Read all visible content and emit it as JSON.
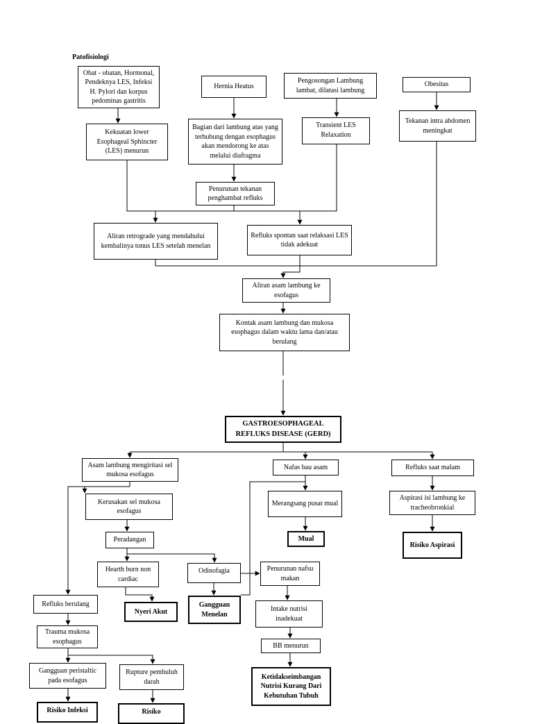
{
  "heading": "Patofisiologi",
  "nodes": {
    "obat": "Obat - obatan, Hormonal, Pendeknya LES, Infeksi H. Pylori dan korpus pedominas gastritis",
    "hernia": "Hernia Heatus",
    "pengosongan": "Pengosongan Lambung lambat, dilatasi lambung",
    "obesitas": "Obesitas",
    "kekuatan": "Kekuatan lower Esophageal Sphincter (LES) menurun",
    "bagian": "Bagian dari lambung atas yang terhubung dengan esophagus akan mendorong ke atas melalui diafragma",
    "transient": "Transient LES Relaxation",
    "tekanan_intra": "Tekanan intra abdomen meningkat",
    "penurunan_tekanan": "Penurunan tekanan penghambat refluks",
    "aliran_retro": "Aliran retrograde yang mendahului kembalinya tonus LES setelah menelan",
    "refluks_spontan": "Refluks spontan saat relaksasi LES tidak adekuat",
    "aliran_asam": "Aliran asam lambung ke esofagus",
    "kontak": "Kontak asam lambung dan mukosa esophagus dalam waktu lama dan/atau berulang",
    "gerd": "GASTROESOPHAGEAL REFLUKS DISEASE (GERD)",
    "asam_iritasi": "Asam lambung mengiritasi sel mukosa esofagus",
    "nafas": "Nafas bau asam",
    "refluks_malam": "Refluks saat malam",
    "kerusakan": "Kerusakan sel mukosa esofagus",
    "merangsang": "Merangsang pusat mual",
    "aspirasi_isi": "Aspirasi isi lambung ke tracheobronkial",
    "peradangan": "Peradangan",
    "mual": "Mual",
    "risiko_aspirasi": "Risiko Aspirasi",
    "hearth": "Hearth burn non cardiac",
    "odinofagia": "Odinofagia",
    "penurunan_nafsu": "Penurunan nafsu makan",
    "refluks_berulang": "Refluks berulang",
    "nyeri": "Nyeri Akut",
    "gangguan_menelan": "Gangguan Menelan",
    "intake": "Intake nutrisi inadekuat",
    "trauma": "Trauma mukosa esophagus",
    "bb": "BB menurun",
    "gangguan_peristaltic": "Gangguan peristaltic pada esofagus",
    "rupture": "Rupture pembuluh darah",
    "ketidak": "Ketidakseimbangan Nutrisi Kurang Dari Kebutuhan Tubuh",
    "risiko_infeksi": "Risiko Infeksi",
    "risiko": "Risiko"
  }
}
